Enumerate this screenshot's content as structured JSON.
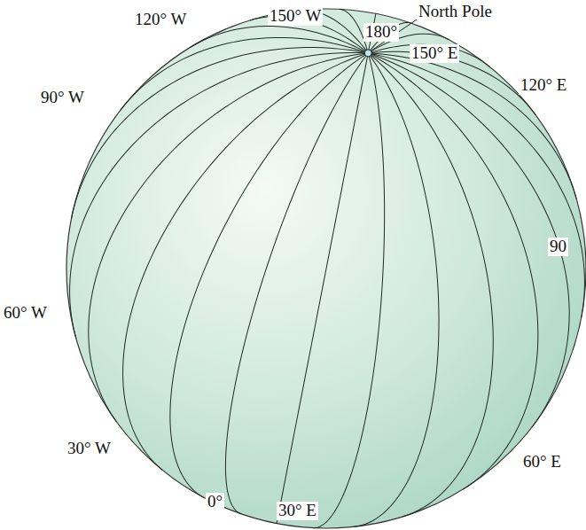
{
  "diagram": {
    "labels": [
      "120° W",
      "150° W",
      "180°",
      "North Pole",
      "150° E",
      "120° E",
      "90° W",
      "90",
      "60° W",
      "30° W",
      "0°",
      "30° E",
      "60° E"
    ]
  }
}
